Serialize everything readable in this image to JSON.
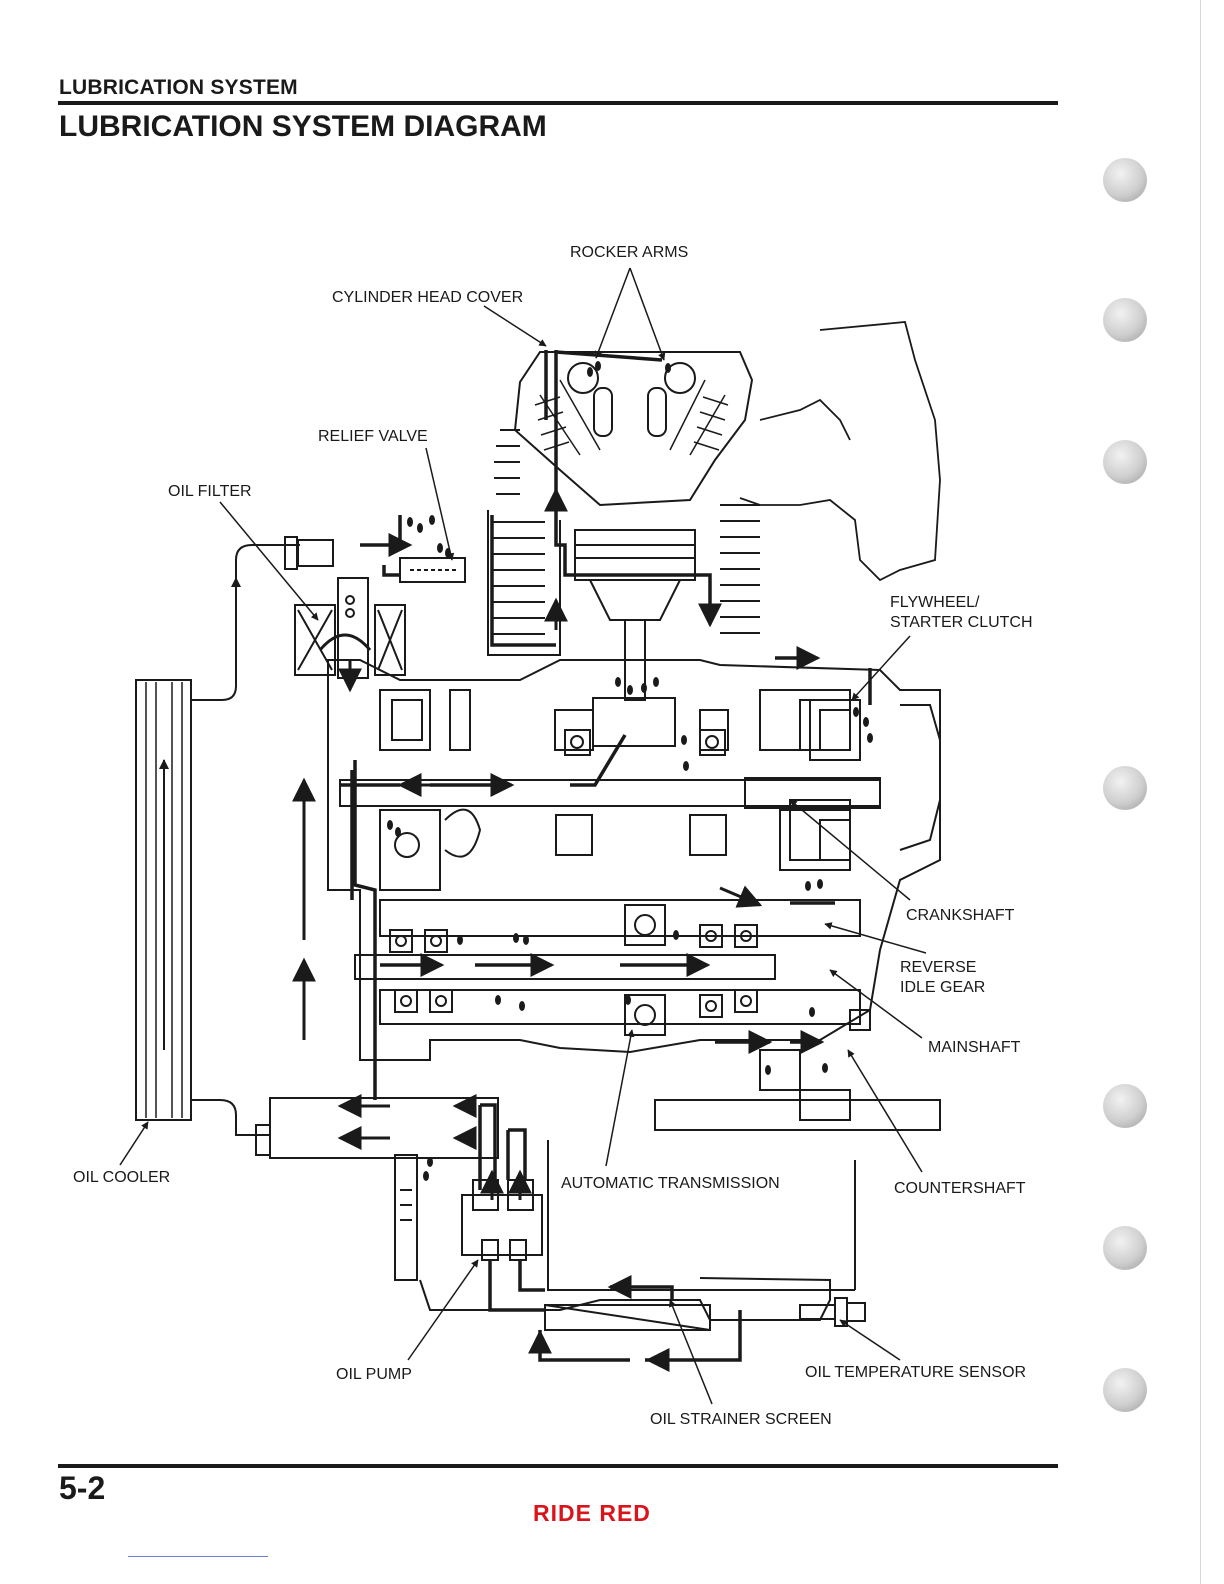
{
  "header": {
    "section": "LUBRICATION SYSTEM",
    "title": "LUBRICATION SYSTEM DIAGRAM"
  },
  "labels": {
    "rocker_arms": "ROCKER ARMS",
    "cylinder_head_cover": "CYLINDER HEAD COVER",
    "relief_valve": "RELIEF VALVE",
    "oil_filter": "OIL FILTER",
    "flywheel_line1": "FLYWHEEL/",
    "flywheel_line2": "STARTER CLUTCH",
    "crankshaft": "CRANKSHAFT",
    "reverse_line1": "REVERSE",
    "reverse_line2": "IDLE GEAR",
    "mainshaft": "MAINSHAFT",
    "countershaft": "COUNTERSHAFT",
    "automatic_transmission": "AUTOMATIC TRANSMISSION",
    "oil_cooler": "OIL COOLER",
    "oil_pump": "OIL PUMP",
    "oil_temperature_sensor": "OIL TEMPERATURE SENSOR",
    "oil_strainer_screen": "OIL STRAINER SCREEN"
  },
  "footer": {
    "page_number": "5-2",
    "brand": "RIDE RED"
  },
  "colors": {
    "ink": "#1a1a1a",
    "brand_red": "#d9151b"
  }
}
